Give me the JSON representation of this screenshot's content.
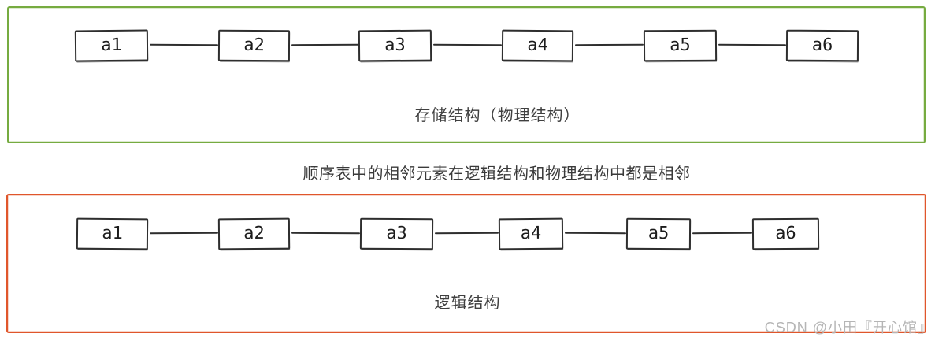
{
  "diagram": {
    "storage_group": {
      "caption": "存储结构（物理结构）",
      "border_color": "#76ab40",
      "nodes": [
        "a1",
        "a2",
        "a3",
        "a4",
        "a5",
        "a6"
      ]
    },
    "middle_note": "顺序表中的相邻元素在逻辑结构和物理结构中都是相邻",
    "logical_group": {
      "caption": "逻辑结构",
      "border_color": "#e0562b",
      "nodes": [
        "a1",
        "a2",
        "a3",
        "a4",
        "a5",
        "a6"
      ]
    },
    "node_border_color": "#2e2e2e",
    "watermark": "CSDN @小田『开心馆』"
  }
}
